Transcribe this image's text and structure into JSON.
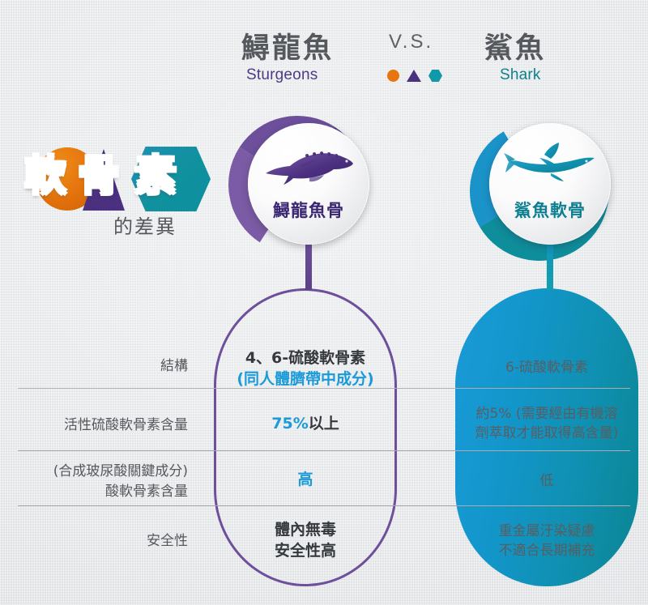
{
  "header": {
    "left_cn": "鱘龍魚",
    "left_en": "Sturgeons",
    "vs": "V.S.",
    "right_cn": "鯊魚",
    "right_en": "Shark",
    "marker_colors": {
      "circle": "#e8760e",
      "triangle": "#4b3080",
      "hexagon": "#109aa8"
    }
  },
  "logo": {
    "char_1": "軟",
    "char_2": "骨",
    "char_3": "素",
    "subtitle": "的差異",
    "circle_color": "#e1700b",
    "triangle_color": "#4b3080",
    "hexagon_color": "#10919e"
  },
  "badges": {
    "left": {
      "label": "鱘龍魚骨",
      "art": "sturgeon-illustration",
      "color": "#3a2572"
    },
    "right": {
      "label": "鯊魚軟骨",
      "art": "shark-illustration",
      "color": "#0d7f92"
    }
  },
  "table": {
    "rows": [
      {
        "label": "結構",
        "left_line_1": "4、6-硫酸軟骨素",
        "left_line_2": "(同人體臍帶中成分)",
        "right": "6-硫酸軟骨素"
      },
      {
        "label": "活性硫酸軟骨素含量",
        "left_line_1": "75%",
        "left_line_2": "以上",
        "right_line_1": "約5% (需要經由有機溶",
        "right_line_2": "劑萃取才能取得高含量)"
      },
      {
        "label_line_1": "(合成玻尿酸關鍵成分)",
        "label_line_2": "酸軟骨素含量",
        "left_line_1": "高",
        "right": "低"
      },
      {
        "label": "安全性",
        "left_line_1": "體內無毒",
        "left_line_2": "安全性高",
        "right_line_1": "重金屬汙染疑慮",
        "right_line_2": "不適合長期補充"
      }
    ]
  },
  "colors": {
    "purple": "#6d4f9b",
    "purple_dark": "#4b3080",
    "blue": "#1a9ad8",
    "teal": "#0b8592",
    "orange": "#e1700b",
    "text_gray": "#55585c",
    "background": "#dfe2e5"
  }
}
